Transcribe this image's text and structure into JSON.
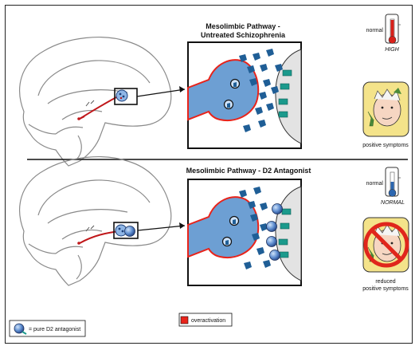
{
  "panel_top": {
    "title_line1": "Mesolimbic Pathway -",
    "title_line2": "Untreated Schizophrenia",
    "thermo_label": "normal",
    "thermo_level": "HIGH",
    "face_caption": "positive symptoms"
  },
  "panel_bottom": {
    "title": "Mesolimbic Pathway - D2 Antagonist",
    "thermo_label": "normal",
    "thermo_level": "NORMAL",
    "face_caption_line1": "reduced",
    "face_caption_line2": "positive symptoms"
  },
  "legend": {
    "overactivation": "overactivation",
    "antagonist": "= pure D2 antagonist"
  },
  "colors": {
    "neuron_outline": "#e8231a",
    "neuron_fill": "#6d9fd3",
    "receptor": "#1b9a8c",
    "dopamine": "#1f5e96",
    "thermo_high": "#d9201a",
    "thermo_normal": "#2c67b0",
    "prohibit": "#e0261c",
    "face_bg": "#f4e38a"
  }
}
